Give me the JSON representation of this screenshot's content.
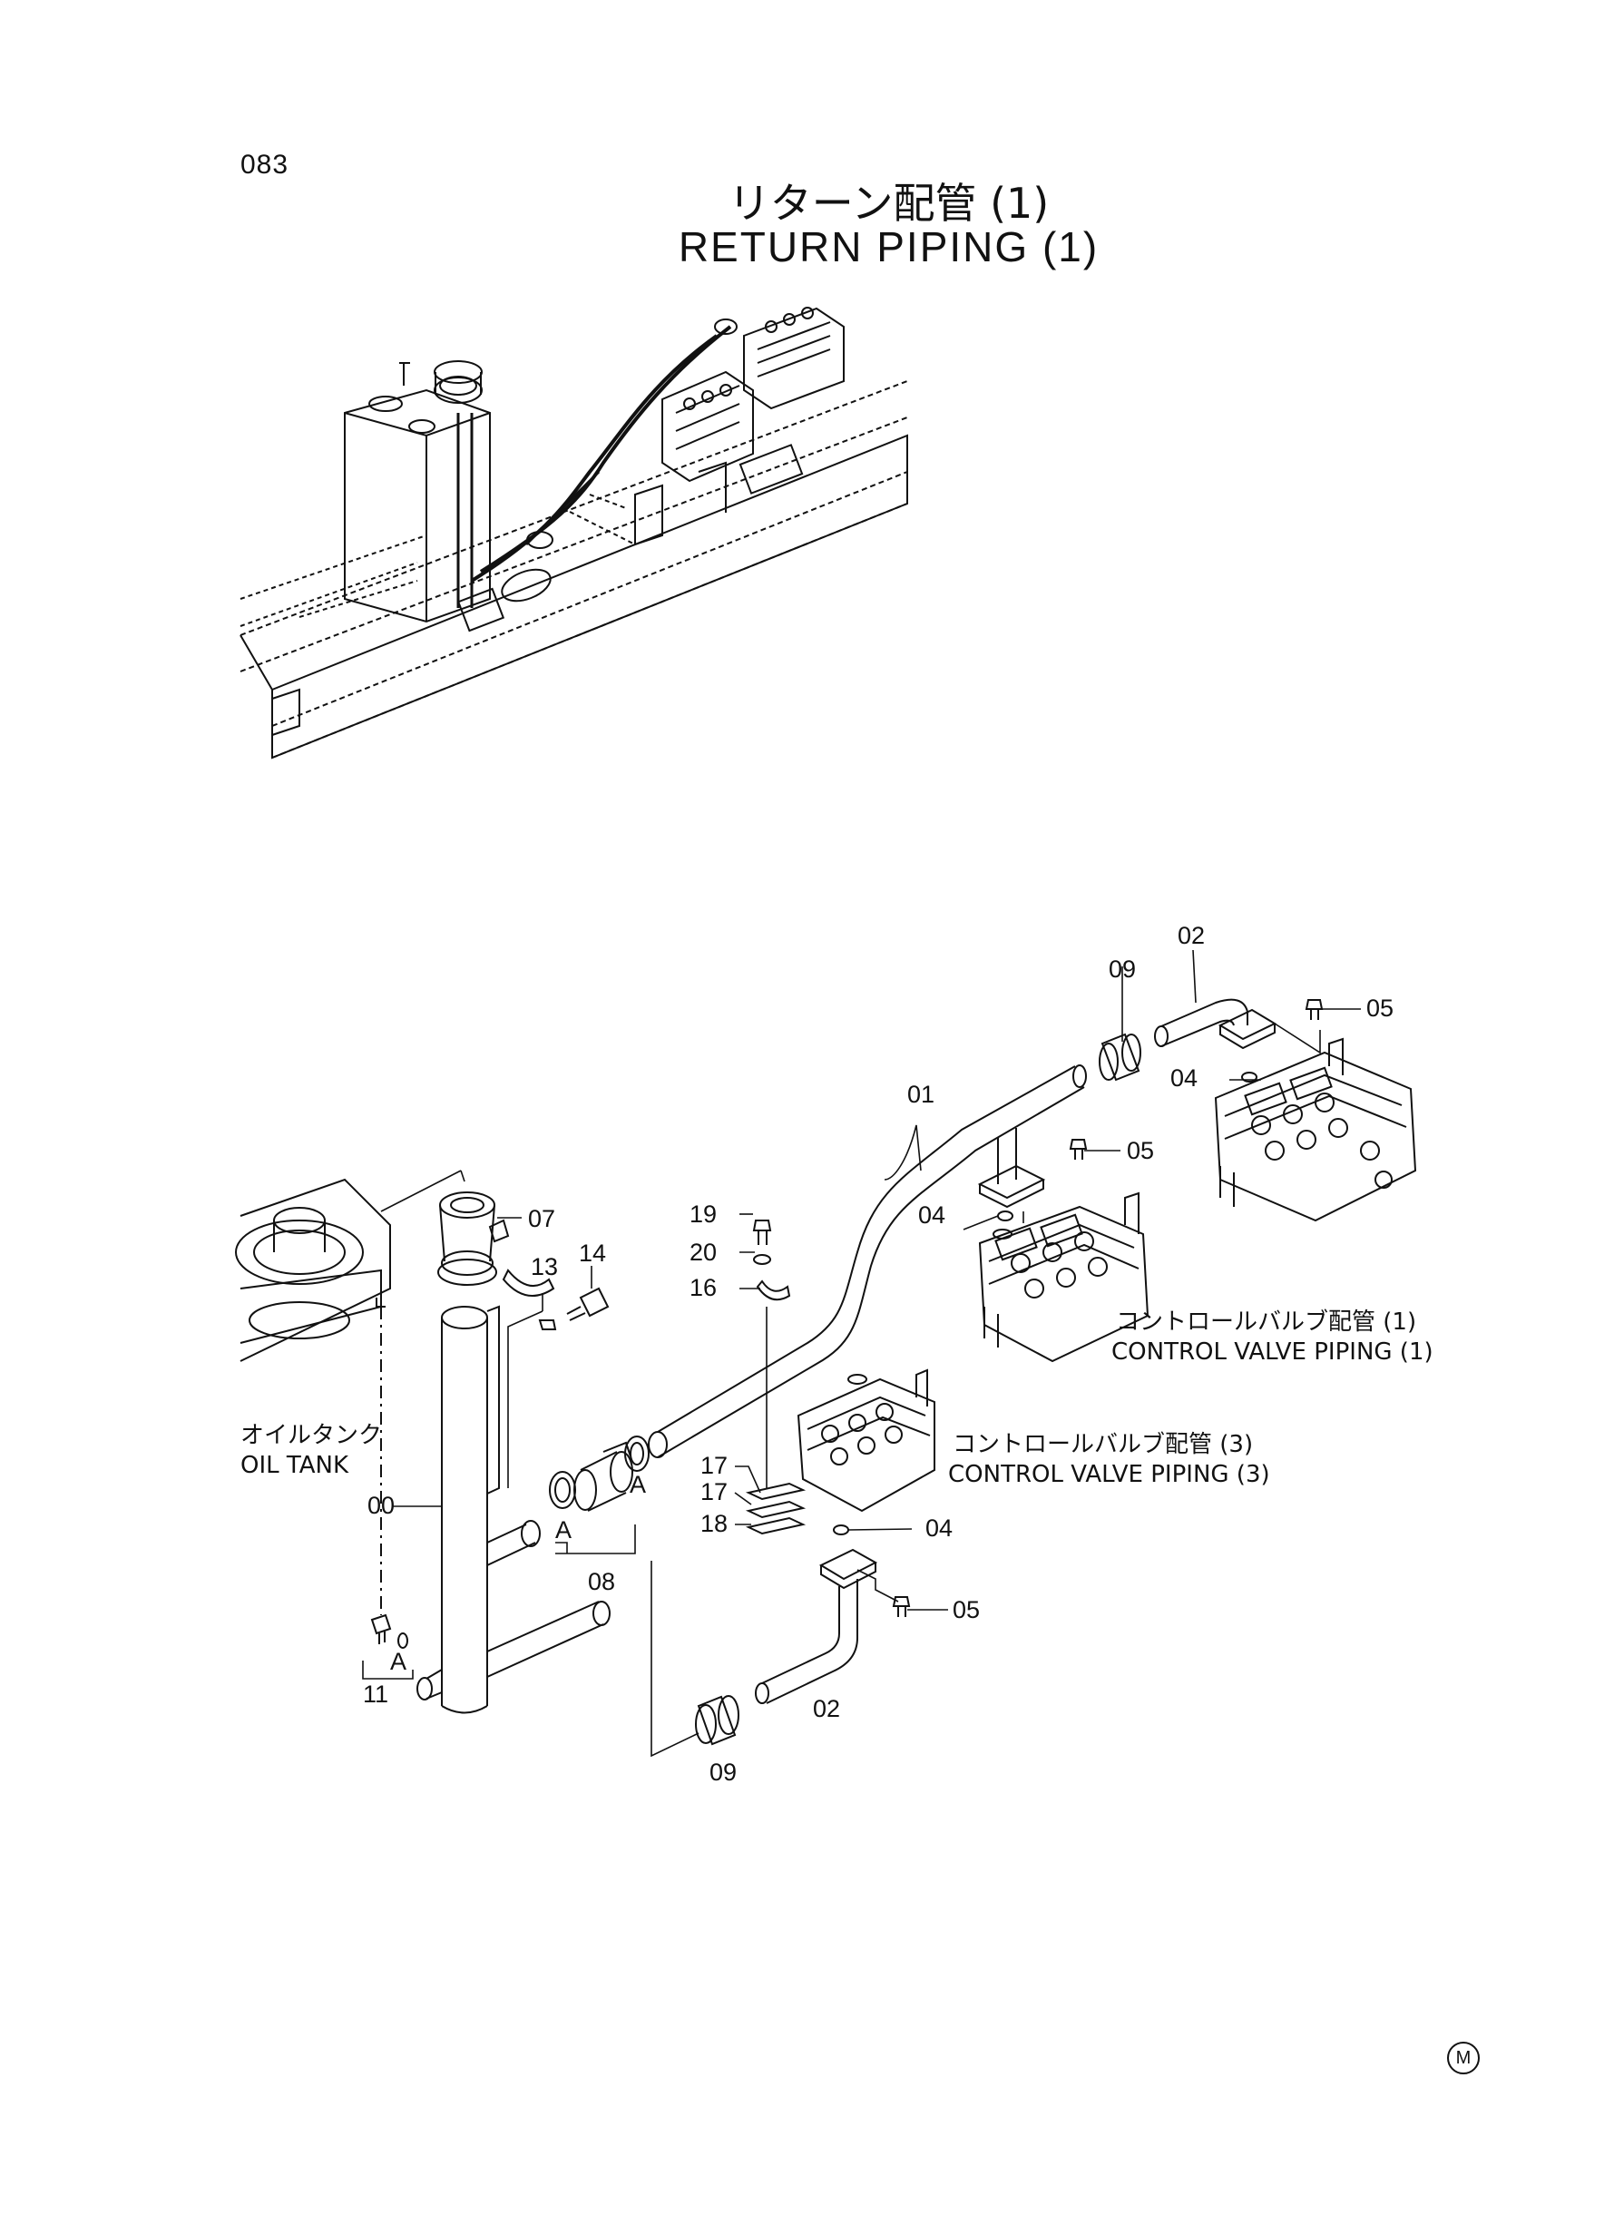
{
  "page_number": "083",
  "title_jp": "リターン配管 (1)",
  "title_en": "RETURN PIPING (1)",
  "part_labels": {
    "p00": "00",
    "p01": "01",
    "p02_top": "02",
    "p02_bottom": "02",
    "p04_top": "04",
    "p04_mid": "04",
    "p04_bottom": "04",
    "p05_top": "05",
    "p05_mid": "05",
    "p05_bottom": "05",
    "p07": "07",
    "p08": "08",
    "p09_top": "09",
    "p09_bottom": "09",
    "p11": "11",
    "p13": "13",
    "p14": "14",
    "p16": "16",
    "p17_a": "17",
    "p17_b": "17",
    "p18": "18",
    "p19": "19",
    "p20": "20",
    "a1": "A",
    "a2": "A",
    "a3": "A"
  },
  "captions": {
    "cv1_jp": "コントロールバルブ配管 (1)",
    "cv1_en": "CONTROL VALVE PIPING (1)",
    "cv3_jp": "コントロールバルブ配管 (3)",
    "cv3_en": "CONTROL VALVE PIPING (3)",
    "tank_jp": "オイルタンク",
    "tank_en": "OIL TANK"
  },
  "mark": "M"
}
